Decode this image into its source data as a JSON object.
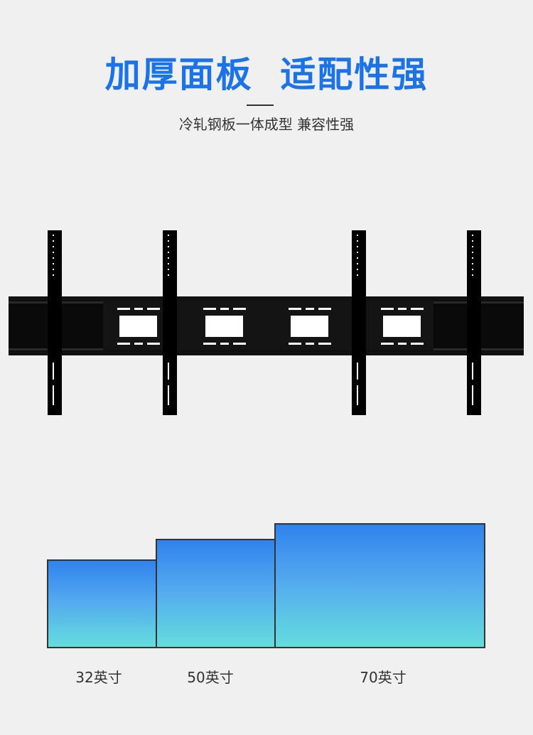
{
  "header": {
    "title": "加厚面板  适配性强",
    "subtitle": "冷轧钢板一体成型 兼容性强"
  },
  "sizes": [
    {
      "label": "32英寸"
    },
    {
      "label": "50英寸"
    },
    {
      "label": "70英寸"
    }
  ],
  "colors": {
    "accent": "#1a73e8",
    "bracket": "#0a0a0a",
    "background": "#f0f0f0",
    "screen_top": "#2f83ec",
    "screen_bottom": "#64dddd"
  }
}
